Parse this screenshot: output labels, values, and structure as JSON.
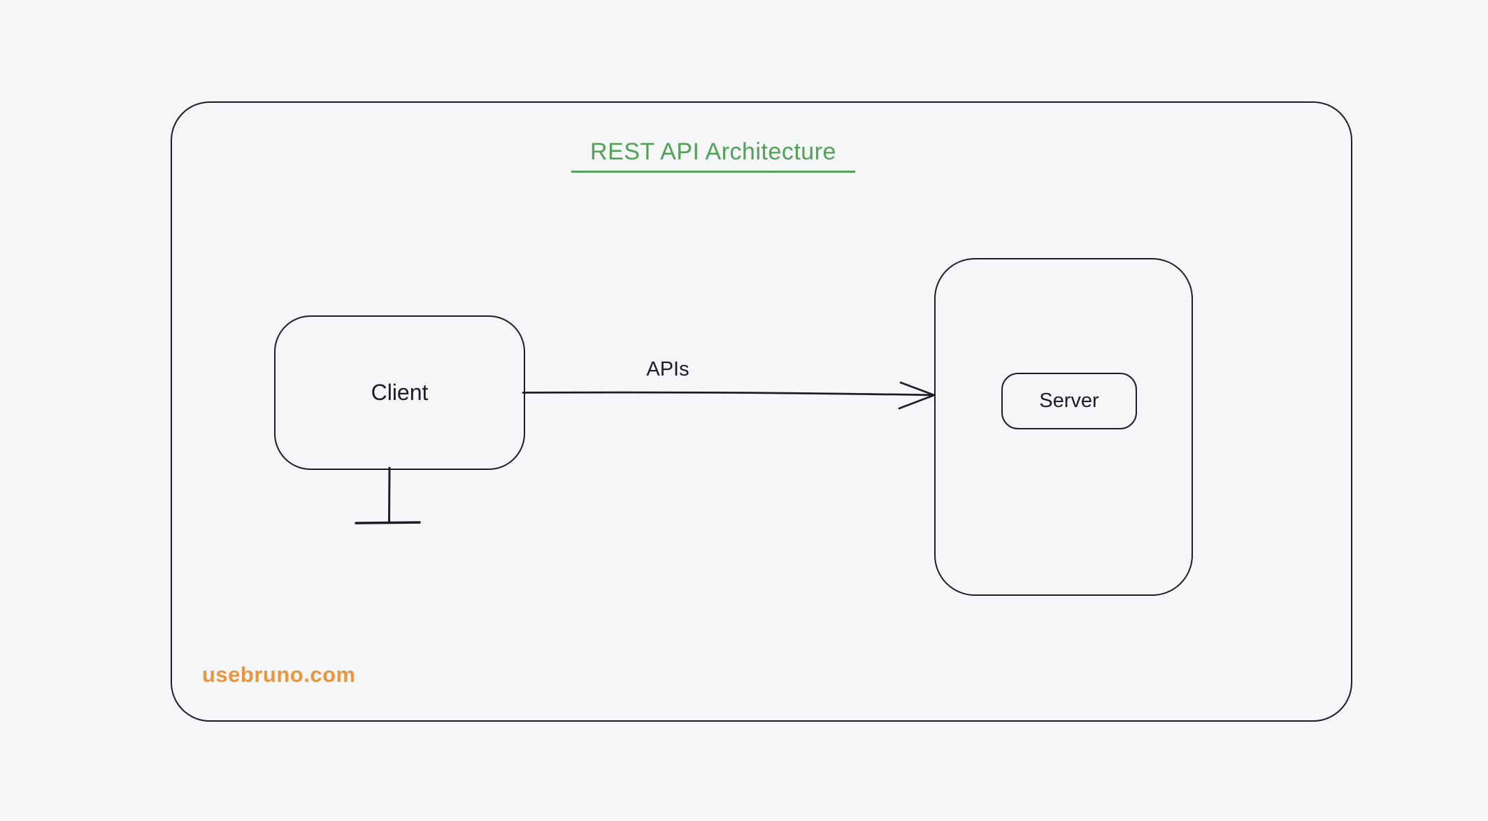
{
  "diagram": {
    "title": "REST API Architecture",
    "nodes": {
      "client": {
        "label": "Client"
      },
      "server": {
        "label": "Server"
      }
    },
    "edge": {
      "label": "APIs",
      "from": "Client",
      "to": "Server",
      "direction": "left-to-right"
    },
    "watermark": "usebruno.com",
    "colors": {
      "background": "#f5f6f8",
      "stroke": "#1e1e22",
      "title_green": "#52a156",
      "watermark_orange": "#e9963e"
    }
  }
}
